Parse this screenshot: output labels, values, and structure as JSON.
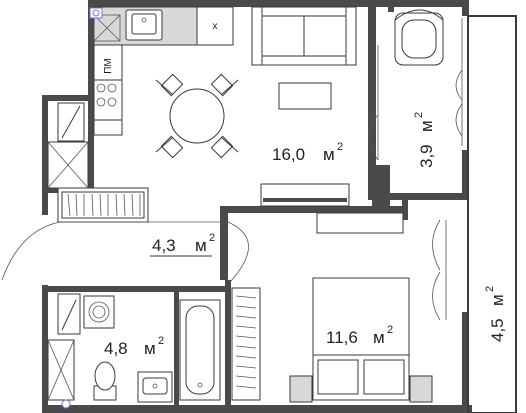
{
  "rooms": {
    "living": {
      "area": "16,0",
      "unit": "м",
      "exp": "2"
    },
    "storage": {
      "area": "3,9",
      "unit": "м",
      "exp": "2"
    },
    "hall": {
      "area": "4,3",
      "unit": "м",
      "exp": "2"
    },
    "bath": {
      "area": "4,8",
      "unit": "м",
      "exp": "2"
    },
    "bedroom": {
      "area": "11,6",
      "unit": "м",
      "exp": "2"
    },
    "balcony": {
      "area": "4,5",
      "unit": "м",
      "exp": "2"
    }
  },
  "appliances": {
    "dishwasher": "ПМ",
    "washer_mark": "х"
  },
  "colors": {
    "wall": "#4a4a4a",
    "furniture": "#ffffff",
    "accent": "#d8d8d8"
  }
}
